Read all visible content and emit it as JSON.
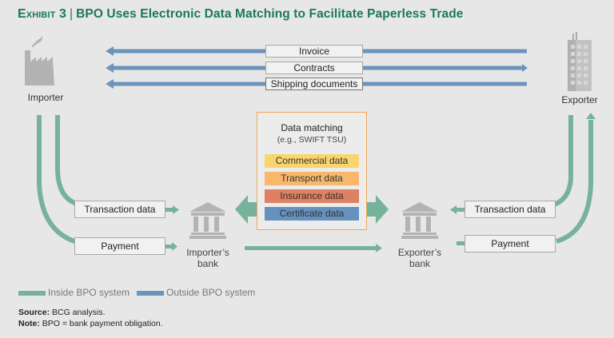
{
  "title": {
    "exhibit": "Exhibit 3",
    "separator": "|",
    "text": "BPO Uses Electronic Data Matching to Facilitate Paperless Trade"
  },
  "parties": {
    "importer": {
      "label": "Importer",
      "icon": "factory-icon"
    },
    "exporter": {
      "label": "Exporter",
      "icon": "building-icon"
    }
  },
  "documents": [
    {
      "label": "Invoice",
      "direction": "to-importer"
    },
    {
      "label": "Contracts",
      "direction": "both"
    },
    {
      "label": "Shipping documents",
      "direction": "to-importer"
    }
  ],
  "data_matching": {
    "title": "Data matching",
    "subtitle": "(e.g., SWIFT TSU)",
    "items": [
      {
        "label": "Commercial data",
        "color": "#f9d56e"
      },
      {
        "label": "Transport data",
        "color": "#f8b86c"
      },
      {
        "label": "Insurance data",
        "color": "#de8062"
      },
      {
        "label": "Certificate data",
        "color": "#6691bd"
      }
    ]
  },
  "flows": {
    "left_transaction": "Transaction data",
    "left_payment": "Payment",
    "right_transaction": "Transaction data",
    "right_payment": "Payment"
  },
  "banks": {
    "importer_bank": "Importer’s bank",
    "importer_bank_l1": "Importer’s",
    "importer_bank_l2": "bank",
    "exporter_bank_l1": "Exporter’s",
    "exporter_bank_l2": "bank"
  },
  "legend": {
    "inside": {
      "label": "Inside BPO system",
      "color": "#77b39b"
    },
    "outside": {
      "label": "Outside BPO system",
      "color": "#6b94bd"
    }
  },
  "footnotes": {
    "source_label": "Source:",
    "source_text": " BCG analysis.",
    "note_label": "Note:",
    "note_text": " BPO = bank payment obligation."
  },
  "colors": {
    "title": "#1a7a55",
    "green": "#77b39b",
    "blue": "#6b94bd",
    "orange_border": "#f2a552",
    "icon_gray": "#b3b3b3"
  }
}
